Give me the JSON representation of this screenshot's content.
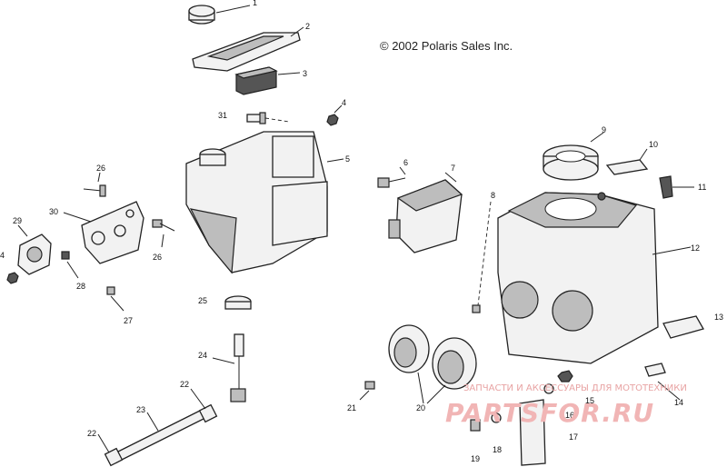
{
  "copyright": "© 2002 Polaris Sales Inc.",
  "callouts": [
    "1",
    "2",
    "3",
    "4",
    "5",
    "6",
    "7",
    "8",
    "9",
    "10",
    "11",
    "12",
    "13",
    "14",
    "15",
    "16",
    "17",
    "18",
    "19",
    "20",
    "21",
    "22",
    "23",
    "24",
    "25",
    "26",
    "27",
    "28",
    "29",
    "30",
    "31"
  ],
  "watermark": {
    "tagline": "ЗАПЧАСТИ И АКСЕССУАРЫ ДЛЯ МОТОТЕХНИКИ",
    "brand": "PARTSFOR.RU"
  },
  "colors": {
    "line": "#222222",
    "watermark": "#e8a3a3"
  }
}
